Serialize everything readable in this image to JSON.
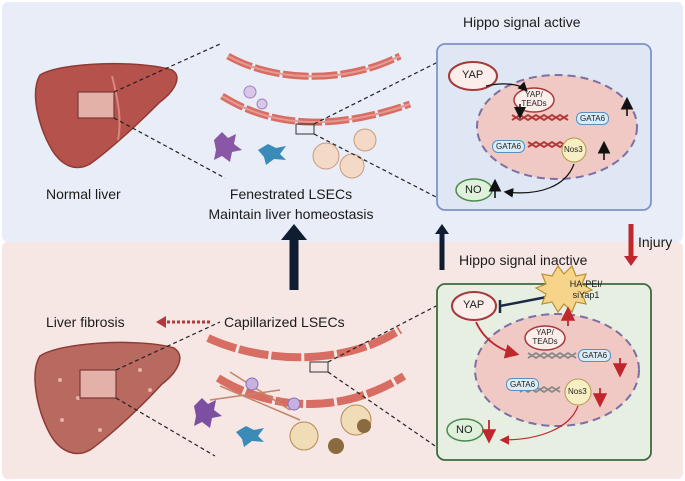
{
  "labels": {
    "hippo_active": "Hippo signal active",
    "hippo_inactive": "Hippo signal inactive",
    "normal_liver": "Normal liver",
    "fenestrated_line1": "Fenestrated LSECs",
    "fenestrated_line2": "Maintain liver homeostasis",
    "injury": "Injury",
    "liver_fibrosis": "Liver fibrosis",
    "capillarized": "Capillarized LSECs",
    "treatment_line1": "HA-PEI/",
    "treatment_line2": "siYap1"
  },
  "active_box": {
    "yap": "YAP",
    "yap_teads_line1": "YAP/",
    "yap_teads_line2": "TEADs",
    "gata6_gene": "GATA6",
    "gata6_protein": "GATA6",
    "nos3": "Nos3",
    "no": "NO"
  },
  "inactive_box": {
    "yap": "YAP",
    "yap_teads_line1": "YAP/",
    "yap_teads_line2": "TEADs",
    "gata6_gene": "GATA6",
    "gata6_protein": "GATA6",
    "nos3": "Nos3",
    "no": "NO"
  },
  "colors": {
    "top_panel": "#e8edf7",
    "bottom_panel": "#f6e7e5",
    "active_box_fill": "#dfe7f4",
    "active_box_border": "#7d93c9",
    "inactive_box_fill": "#e6efe2",
    "inactive_box_border": "#3d6b3f",
    "nucleus_fill": "#f0c9c4",
    "red_arrow": "#c0272d",
    "dark_arrow": "#0f1d33",
    "dna_color": "#b73a3a",
    "liver_color": "#b5524b"
  }
}
